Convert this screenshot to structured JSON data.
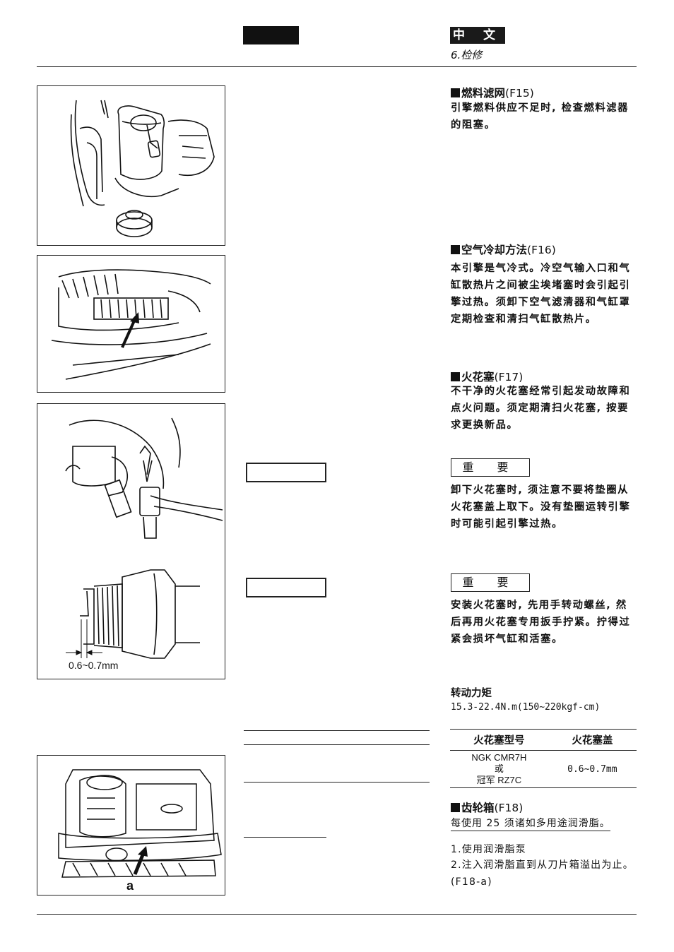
{
  "header": {
    "language_tab": "中 文",
    "chapter": "6.检修"
  },
  "figures": {
    "f18_label": "a",
    "f17_gap_label": "0.6~0.7mm"
  },
  "sections": {
    "fuel_filter": {
      "title": "燃料滤网",
      "ref": "(F15)",
      "text": "引擎燃料供应不足时, 检查燃料滤器的阻塞。"
    },
    "air_cooling": {
      "title": "空气冷却方法",
      "ref": "(F16)",
      "text": "本引擎是气冷式。冷空气输入口和气缸散热片之间被尘埃堵塞时会引起引擎过热。须卸下空气滤清器和气缸罩定期检查和清扫气缸散热片。"
    },
    "spark_plug": {
      "title": "火花塞",
      "ref": "(F17)",
      "text": "不干净的火花塞经常引起发动故障和点火问题。须定期清扫火花塞, 按要求更换新品。"
    },
    "important1": {
      "label": "重 要",
      "text": "卸下火花塞时, 须注意不要将垫圈从火花塞盖上取下。没有垫圈运转引擎时可能引起引擎过热。"
    },
    "important2": {
      "label": "重 要",
      "text": "安装火花塞时, 先用手转动螺丝, 然后再用火花塞专用扳手拧紧。拧得过紧会损坏气缸和活塞。"
    },
    "torque": {
      "title": "转动力矩",
      "value": "15.3-22.4N.m(150~220kgf-cm)"
    },
    "spec_table": {
      "headers": [
        "火花塞型号",
        "火花塞盖"
      ],
      "models": [
        "NGK CMR7H",
        "或",
        "冠军 RZ7C"
      ],
      "gap": "0.6~0.7mm"
    },
    "gearbox": {
      "title": "齿轮箱",
      "ref": "(F18)",
      "text": "每使用 25 须诸如多用途润滑脂。",
      "steps": [
        "1.使用润滑脂泵",
        "2.注入润滑脂直到从刀片箱溢出为止。(F18-a)"
      ]
    }
  }
}
